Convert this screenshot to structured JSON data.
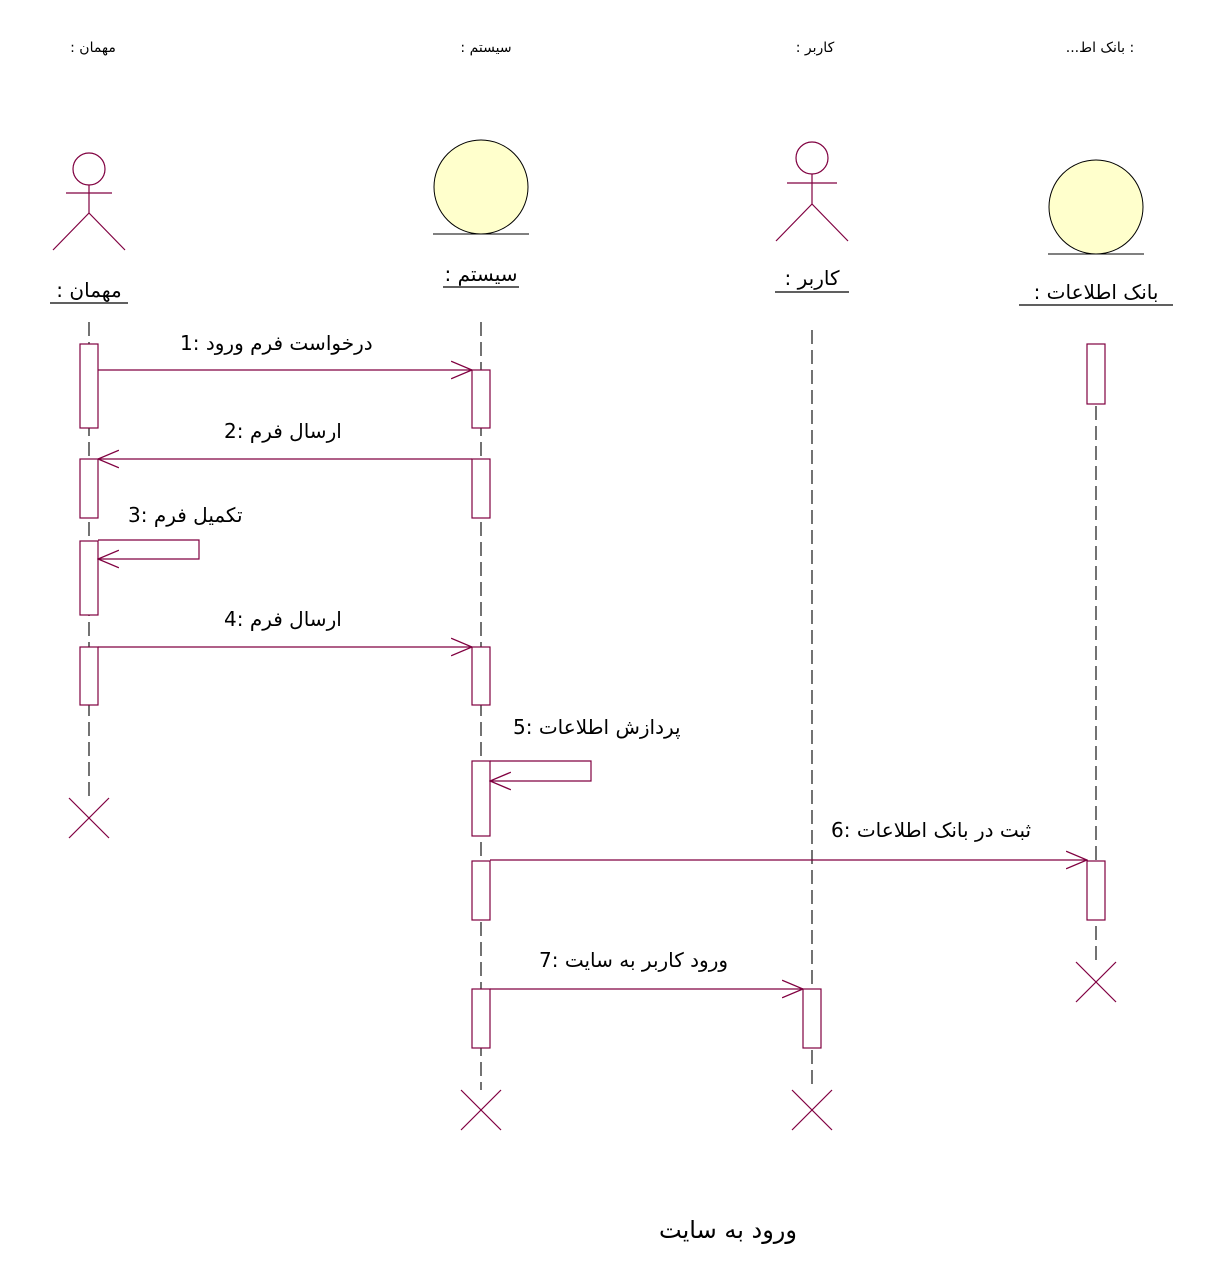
{
  "top_labels": [
    ": مهمان",
    ": سیستم",
    ": کاربر",
    "...بانک اط :"
  ],
  "lifelines": [
    {
      "id": "guest",
      "kind": "actor",
      "label": ": مهمان"
    },
    {
      "id": "system",
      "kind": "entity",
      "label": ": سیستم"
    },
    {
      "id": "user",
      "kind": "actor",
      "label": ": کاربر"
    },
    {
      "id": "db",
      "kind": "entity",
      "label": ": بانک اطلاعات"
    }
  ],
  "messages": [
    {
      "num": "1",
      "text": "درخواست فرم ورود",
      "from": "guest",
      "to": "system"
    },
    {
      "num": "2",
      "text": "ارسال فرم",
      "from": "system",
      "to": "guest"
    },
    {
      "num": "3",
      "text": "تکمیل فرم",
      "from": "guest",
      "to": "guest"
    },
    {
      "num": "4",
      "text": "ارسال فرم",
      "from": "guest",
      "to": "system"
    },
    {
      "num": "5",
      "text": "پردازش اطلاعات",
      "from": "system",
      "to": "system"
    },
    {
      "num": "6",
      "text": "ثبت در بانک اطلاعات",
      "from": "system",
      "to": "db"
    },
    {
      "num": "7",
      "text": "ورود کاربر به سایت",
      "from": "system",
      "to": "user"
    }
  ],
  "title": "ورود به سایت",
  "colors": {
    "line": "#800040",
    "entity_fill": "#ffffcc",
    "text": "#000000"
  }
}
